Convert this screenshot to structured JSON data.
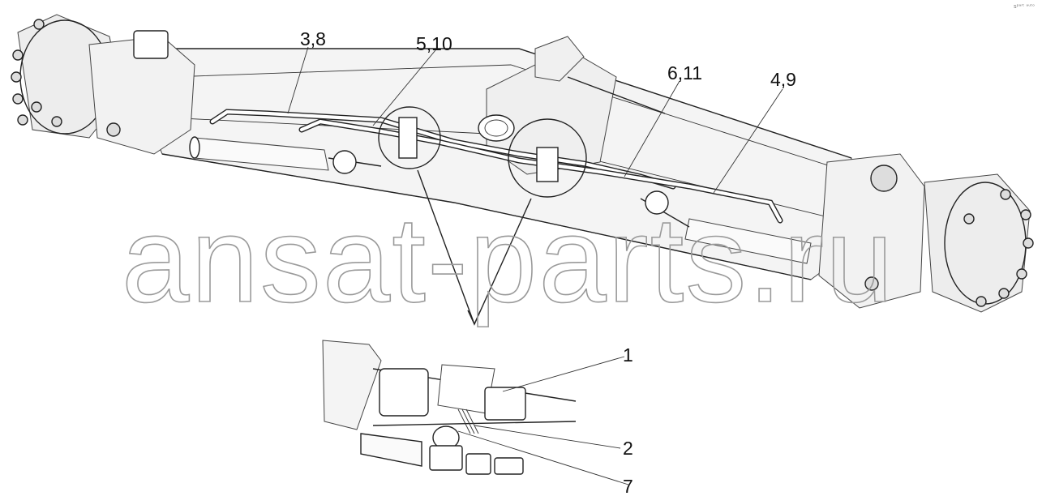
{
  "callouts": {
    "c38": "3,8",
    "c510": "5,10",
    "c611": "6,11",
    "c49": "4,9",
    "c1": "1",
    "c2": "2",
    "c7": "7"
  },
  "watermark": "ansat-parts.ru",
  "corner_mark": "sᵖᵃʳᵗ ᵃᵘᵗᵒ"
}
